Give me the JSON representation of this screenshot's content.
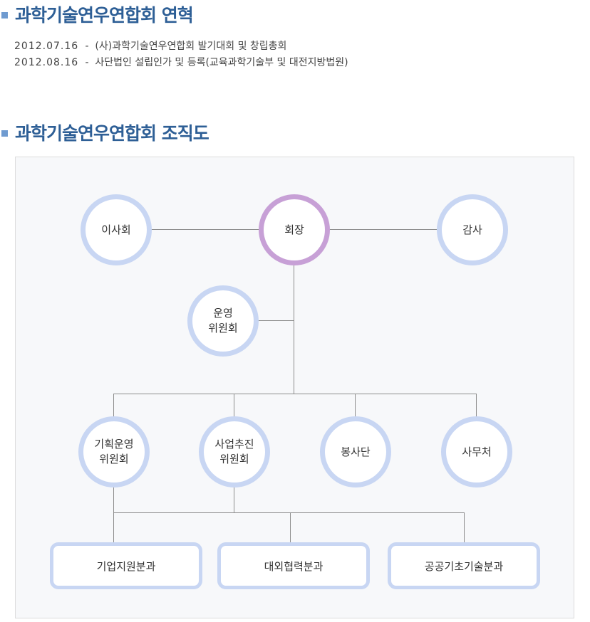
{
  "history": {
    "title": "과학기술연우연합회 연혁",
    "items": [
      {
        "date": "2012.07.16",
        "sep": "-",
        "text": "(사)과학기술연우연합회 발기대회 및 창립총회"
      },
      {
        "date": "2012.08.16",
        "sep": "-",
        "text": "사단법인 설립인가 및 등록(교육과학기술부 및 대전지방법원)"
      }
    ]
  },
  "org": {
    "title": "과학기술연우연합회 조직도",
    "board": "이사회",
    "president": "회장",
    "auditor": "감사",
    "steering": "운영\n위원회",
    "planning": "기획운영\n위원회",
    "business": "사업추진\n위원회",
    "volunteer": "봉사단",
    "secretariat": "사무처",
    "div1": "기업지원분과",
    "div2": "대외협력분과",
    "div3": "공공기초기술분과"
  }
}
